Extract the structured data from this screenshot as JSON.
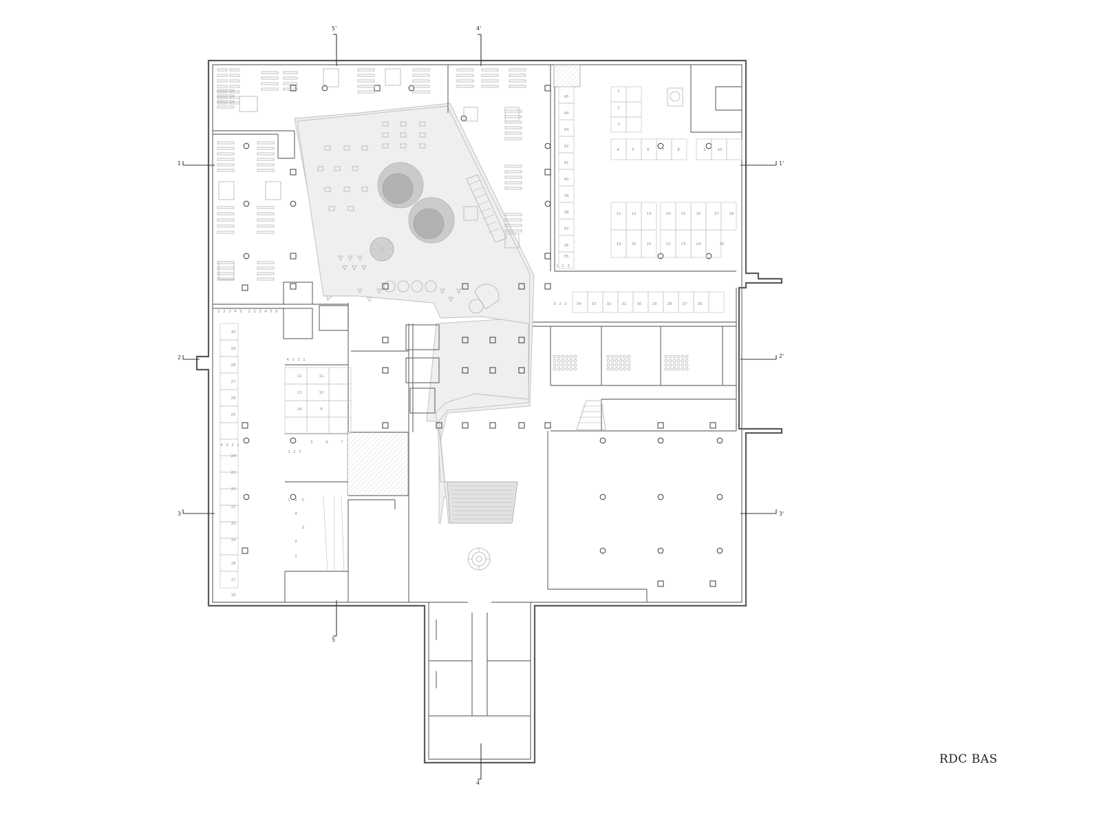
{
  "title": "RDC BAS",
  "section_marks": {
    "top": [
      {
        "id": "m5-top",
        "label": "5'"
      },
      {
        "id": "m4-top",
        "label": "4'"
      }
    ],
    "left": [
      {
        "id": "m1-left",
        "label": "1"
      },
      {
        "id": "m2-left",
        "label": "2"
      },
      {
        "id": "m3-left",
        "label": "3"
      }
    ],
    "right": [
      {
        "id": "m1-right",
        "label": "1'"
      },
      {
        "id": "m2-right",
        "label": "2'"
      },
      {
        "id": "m3-right",
        "label": "3'"
      }
    ],
    "bottom": [
      {
        "id": "m5-bottom",
        "label": "5"
      },
      {
        "id": "m4-bottom",
        "label": "4"
      }
    ]
  },
  "parking": {
    "ne_top_row": [
      "1",
      "2",
      "3"
    ],
    "ne_mid_row": [
      "4",
      "5",
      "6",
      "7",
      "8",
      "9",
      "10"
    ],
    "ne_block_upper": [
      "11",
      "12",
      "13",
      "14",
      "15",
      "16",
      "17",
      "18"
    ],
    "ne_block_lower": [
      "19",
      "20",
      "21",
      "22",
      "23",
      "24",
      "25"
    ],
    "east_column": [
      "45",
      "44",
      "43",
      "42",
      "41",
      "40",
      "39",
      "38",
      "37",
      "36",
      "35"
    ],
    "east_lower_row": [
      "34",
      "33",
      "32",
      "31",
      "30",
      "29",
      "28",
      "27",
      "26"
    ],
    "east_lower_small": [
      "3",
      "2",
      "1"
    ],
    "east_col_bottom": [
      "1",
      "2",
      "3"
    ],
    "w_row_top": [
      "1",
      "2",
      "3",
      "4",
      "5",
      "1",
      "2",
      "3",
      "4",
      "5",
      "6"
    ],
    "w_column": [
      "30",
      "29",
      "28",
      "27",
      "26",
      "25"
    ],
    "w_column_lower": [
      "24",
      "23",
      "22",
      "21",
      "20",
      "19",
      "18",
      "17",
      "16"
    ],
    "w_small_a": [
      "4",
      "3",
      "2",
      "1"
    ],
    "w_small_b": [
      "4",
      "3",
      "2",
      "1"
    ],
    "mid_block": [
      "12",
      "13",
      "14",
      "11",
      "10",
      "9"
    ],
    "mid_row": [
      "5",
      "6",
      "7"
    ],
    "mid_small": [
      "1",
      "2",
      "3"
    ],
    "mid_lower": [
      "1",
      "2",
      "3",
      "4",
      "3",
      "2",
      "1"
    ]
  }
}
